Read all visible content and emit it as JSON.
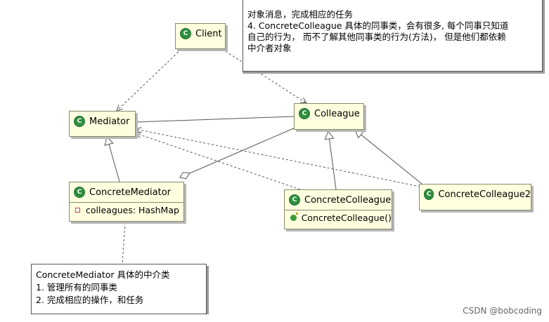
{
  "classes": {
    "client": {
      "name": "Client"
    },
    "mediator": {
      "name": "Mediator"
    },
    "colleague": {
      "name": "Colleague"
    },
    "concrete_mediator": {
      "name": "ConcreteMediator",
      "field": "colleagues: HashMap"
    },
    "concrete_colleague": {
      "name": "ConcreteColleague",
      "method": "ConcreteColleague()"
    },
    "concrete_colleague2": {
      "name": "ConcreteColleague2"
    }
  },
  "icon_letter": "C",
  "notes": {
    "top": [
      "对象消息，完成相应的任务",
      "4. ConcreteColleague 具体的同事类，会有很多, 每个同事只知道",
      "自己的行为， 而不了解其他同事类的行为(方法)， 但是他们都依赖",
      "中介者对象"
    ],
    "bottom": [
      "ConcreteMediator 具体的中介类",
      "1. 管理所有的同事类",
      "2. 完成相应的操作，和任务"
    ]
  },
  "watermark": "CSDN @bobcoding",
  "colors": {
    "class_fill": "#ffffe0",
    "icon_green": "#2f8f3f"
  }
}
